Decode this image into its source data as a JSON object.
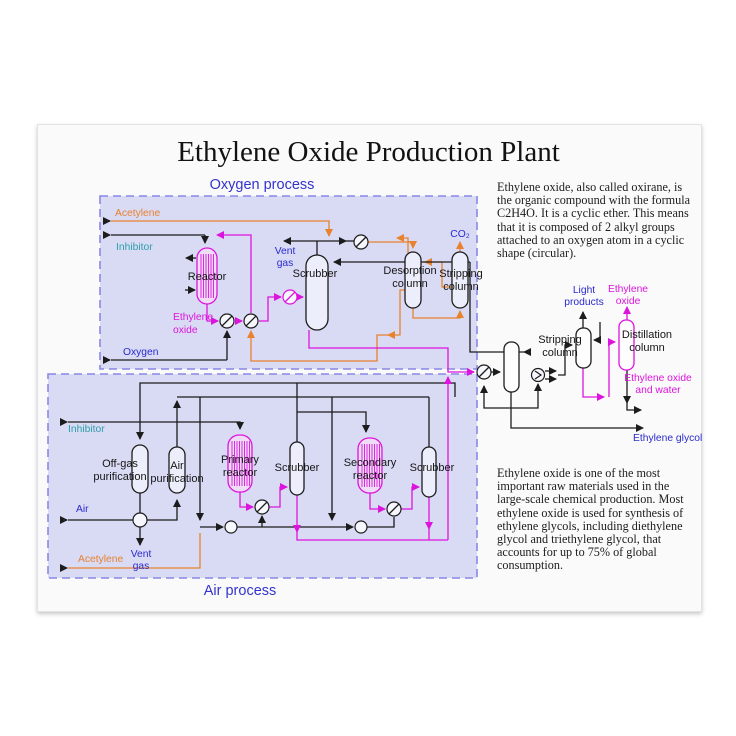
{
  "poster": {
    "title": "Ethylene Oxide Production Plant"
  },
  "oxygen_process": {
    "label": "Oxygen process",
    "streams": {
      "acetylene": "Acetylene",
      "inhibitor": "Inhibitor",
      "oxygen": "Oxygen",
      "vent_gas": [
        "Vent",
        "gas"
      ],
      "co2": "CO₂",
      "ethylene_oxide": [
        "Ethylene",
        "oxide"
      ]
    },
    "equipment": {
      "reactor": "Reactor",
      "scrubber": "Scrubber",
      "desorption_column": [
        "Desorption",
        "column"
      ],
      "stripping_column": [
        "Stripping",
        "column"
      ]
    }
  },
  "air_process": {
    "label": "Air process",
    "streams": {
      "inhibitor": "Inhibitor",
      "air": "Air",
      "vent_gas": [
        "Vent",
        "gas"
      ],
      "acetylene": "Acetylene"
    },
    "equipment": {
      "off_gas_purification": [
        "Off-gas",
        "purification"
      ],
      "air_purification": [
        "Air",
        "purification"
      ],
      "primary_reactor": [
        "Primary",
        "reactor"
      ],
      "secondary_reactor": [
        "Secondary",
        "reactor"
      ],
      "scrubber_left": "Scrubber",
      "scrubber_right": "Scrubber"
    }
  },
  "separation": {
    "equipment": {
      "stripping_column": [
        "Stripping",
        "column"
      ],
      "distillation_column": [
        "Distillation",
        "column"
      ]
    },
    "streams": {
      "light_products": [
        "Light",
        "products"
      ],
      "ethylene_oxide": [
        "Ethylene",
        "oxide"
      ],
      "ethylene_oxide_and_water": [
        "Ethylene oxide",
        "and water"
      ],
      "ethylene_glycol": "Ethylene glycol"
    }
  },
  "text_blocks": {
    "intro": "Ethylene oxide, also called oxirane, is the organic compound with the formula C2H4O. It is a cyclic ether. This means that it is composed of 2 alkyl groups attached to an oxygen atom in a cyclic shape (circular).",
    "usage": "Ethylene oxide is one of the most important raw materials used in the large-scale chemical production. Most ethylene oxide is used for synthesis of ethylene glycols, including diethylene glycol and triethylene glycol, that accounts for up to 75% of global consumption."
  },
  "colors": {
    "accent_orange": "#e8822e",
    "accent_magenta": "#dd14dd",
    "accent_blue": "#2a2ace",
    "accent_teal": "#2d9faa",
    "box_fill": "#d9daf4",
    "box_border": "#8a88e6",
    "line": "#1c1c1c"
  }
}
